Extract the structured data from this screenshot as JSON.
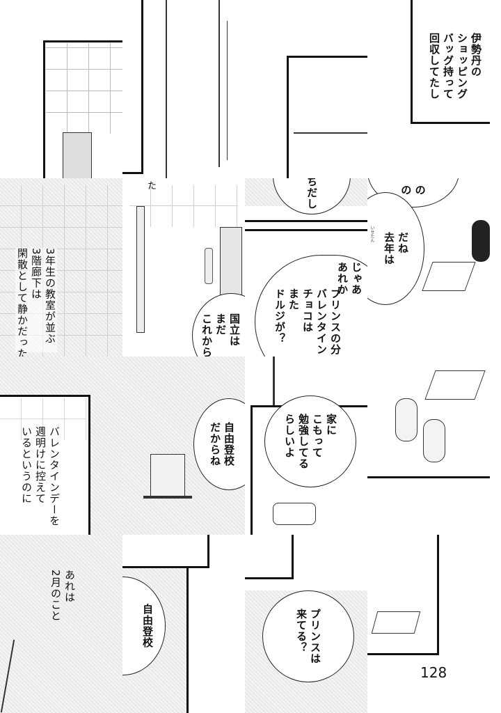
{
  "bubbles": {
    "isetan": "伊勢丹の\nショッピング\nバッグ持って\n回収してたし",
    "kunitachi": "国立は\nまだ\nこれから",
    "dashi": "ちだし",
    "jaa": "じゃあ\nあれか",
    "prince_choco": "プリンスの分\nバレンタイン\nチョコは\nまた\nドルジが？",
    "nono": "の の",
    "kyonen": "だね\n去年は",
    "kyonen_ruby": "いせたん",
    "dakarane": "自由登校\nだからね",
    "ie_ni": "家に\nこもって\n勉強してる\nらしいよ",
    "jiyu": "自由登校",
    "prince_kiteru": "プリンスは\n来てる？"
  },
  "narration": {
    "sannensei": "3年生の教室が並ぶ\n3階廊下は\n閑散として静かだった",
    "valentine": "バレンタインデーを\n週明けに控えて\nいるというのに",
    "are_wa": "あれは\n2月のこと",
    "ta": "た"
  },
  "page_number": "128"
}
